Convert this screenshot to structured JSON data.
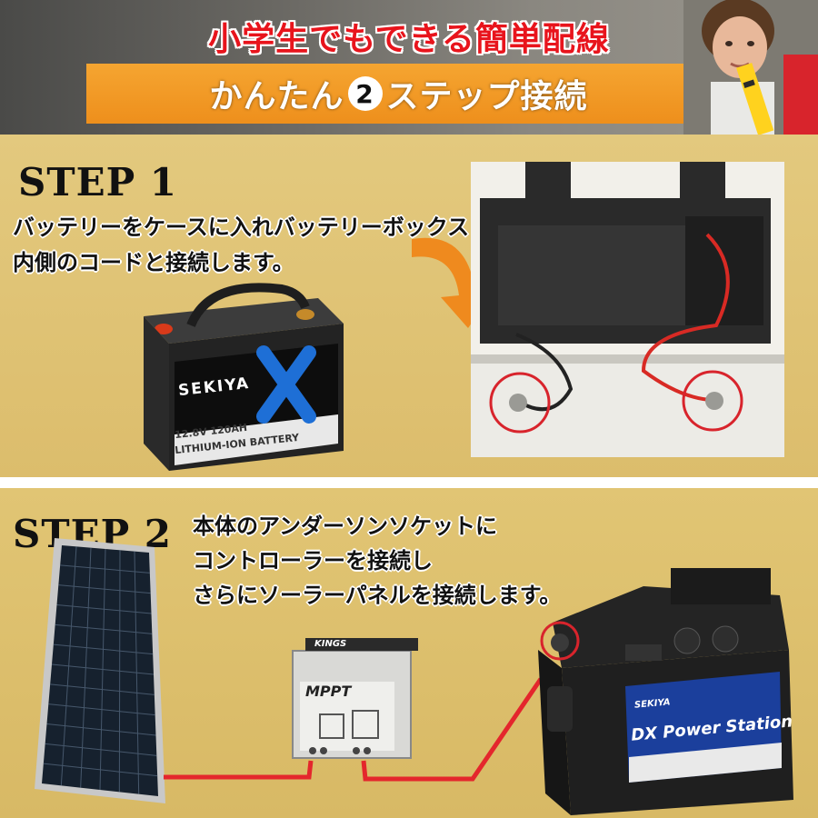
{
  "header": {
    "title": "小学生でもできる簡単配線",
    "banner_before": "かんたん",
    "banner_number": "2",
    "banner_after": "ステップ接続"
  },
  "step1": {
    "heading": "STEP 1",
    "lines": [
      "バッテリーをケースに入れバッテリーボックス",
      "内側のコードと接続します。"
    ],
    "battery": {
      "brand": "SEKIYA",
      "spec_line1": "12.8V 120AH",
      "spec_line2": "LITHIUM-ION BATTERY"
    }
  },
  "step2": {
    "heading": "STEP 2",
    "lines": [
      "本体のアンダーソンソケットに",
      "コントローラーを接続し",
      "さらにソーラーパネルを接続します。"
    ],
    "controller": {
      "brand": "KINGS",
      "model": "MPPT"
    },
    "power_station": {
      "brand": "SEKIYA",
      "name": "DX Power Station"
    }
  },
  "colors": {
    "panel_background": "#dfc374",
    "title_red": "#e8141c",
    "banner_orange": "#ee8f1c",
    "highlight_circle": "#d8242c",
    "wire_red": "#e4262c"
  }
}
